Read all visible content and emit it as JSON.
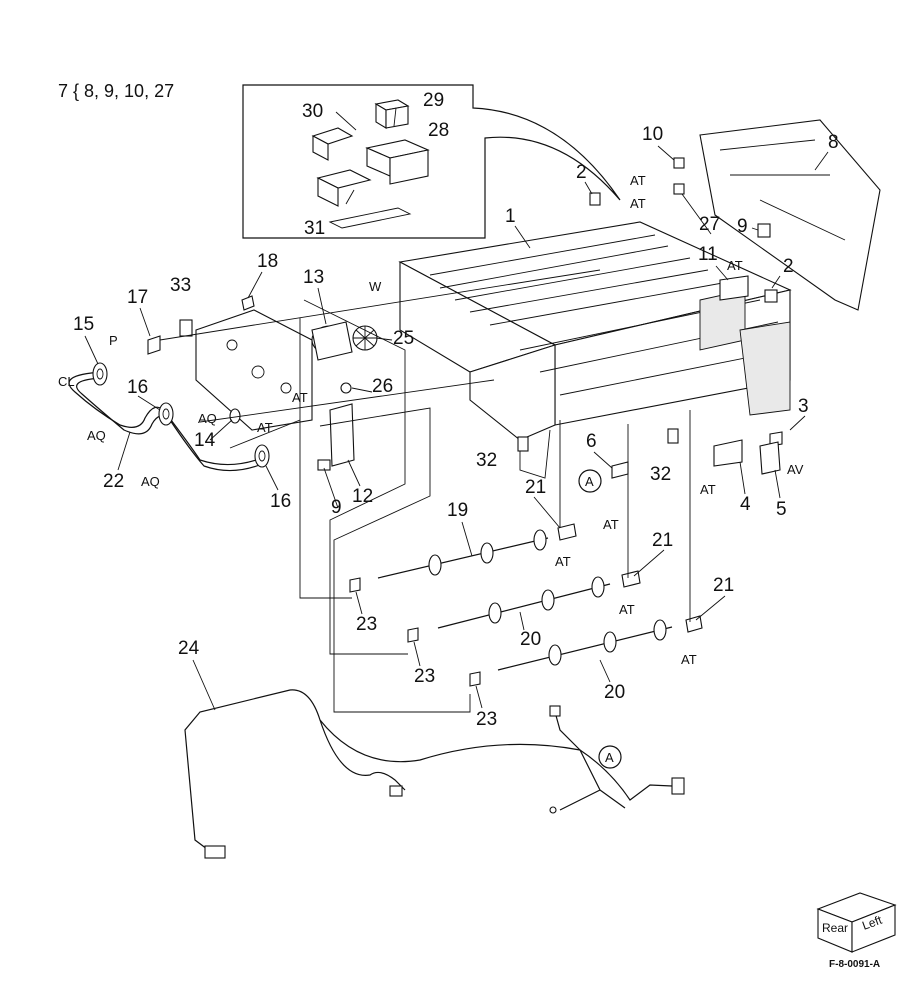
{
  "header_note": "7 { 8, 9, 10, 27",
  "figure_id": "F-8-0091-A",
  "orientation_cube": {
    "rear": "Rear",
    "left": "Left"
  },
  "circle_ref": "A",
  "callouts": {
    "c1": "1",
    "c2a": "2",
    "c2b": "2",
    "c3": "3",
    "c4": "4",
    "c5": "5",
    "c6": "6",
    "c8": "8",
    "c9a": "9",
    "c9b": "9",
    "c10": "10",
    "c11": "11",
    "c12": "12",
    "c13": "13",
    "c14": "14",
    "c15": "15",
    "c16a": "16",
    "c16b": "16",
    "c17": "17",
    "c18": "18",
    "c19": "19",
    "c20a": "20",
    "c20b": "20",
    "c21a": "21",
    "c21b": "21",
    "c21c": "21",
    "c22": "22",
    "c23a": "23",
    "c23b": "23",
    "c23c": "23",
    "c24": "24",
    "c25": "25",
    "c26": "26",
    "c27": "27",
    "c28": "28",
    "c29": "29",
    "c30": "30",
    "c31": "31",
    "c32a": "32",
    "c32b": "32",
    "c33": "33"
  },
  "connector_tags": {
    "at1": "AT",
    "at2": "AT",
    "at3": "AT",
    "at4": "AT",
    "at5": "AT",
    "at6": "AT",
    "at7": "AT",
    "at8": "AT",
    "at9": "AT",
    "at10": "AT",
    "aq1": "AQ",
    "aq2": "AQ",
    "aq3": "AQ",
    "av": "AV",
    "cl": "CL",
    "p": "P",
    "w": "W"
  }
}
